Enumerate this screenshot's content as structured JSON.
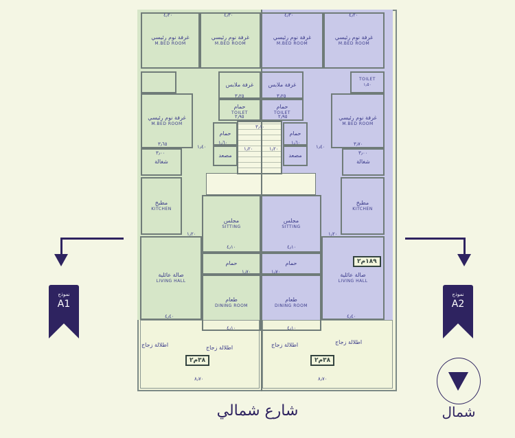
{
  "plan": {
    "units": [
      {
        "model_label": "نموذج",
        "code": "A1",
        "unit_area": "",
        "balcony_area": "٣٨م٢"
      },
      {
        "model_label": "نموذج",
        "code": "A2",
        "unit_area": "١٨٩م٢",
        "balcony_area": "٣٨م٢"
      }
    ],
    "rooms": {
      "master_bed_ar": "غرفة نوم رئيسي",
      "master_bed_en": "M.BED ROOM",
      "dressing_ar": "غرفة ملابس",
      "bath_ar": "حمام",
      "toilet_en": "TOILET",
      "elevator_ar": "مصعد",
      "maid_ar": "شغالة",
      "kitchen_ar": "مطبخ",
      "kitchen_en": "KITCHEN",
      "sitting_ar": "مجلس",
      "sitting_en": "SITTING",
      "living_ar": "صالة عائلية",
      "living_en": "LIVING HALL",
      "dining_ar": "طعام",
      "dining_en": "DINING ROOM",
      "balcony_ar": "اطلالة زجاج"
    },
    "dims": {
      "bed_top_outer": "٤٫٢٠",
      "bed_top_inner": "٤٫٣٠",
      "dressing": "٣٫٢٥",
      "bath": "٢٫٩٥",
      "bed_side_left": "٣٫٦٥",
      "bed_side_right": "٣٫٧٠",
      "corridor": "١٫٤٠",
      "maid": "٣٫٠٠",
      "small_wc": "١٫٦٠",
      "stair": "٣٫١٠",
      "stair_side": "١٫٢٠",
      "kitchen_door": "١٫٢٠",
      "sitting": "٤٫١٠",
      "toilet": "١٫٧٠",
      "living": "٤٫٤٠",
      "dining": "٤٫١٠",
      "balcony_width": "٨٫٧٠",
      "toilet_small": "١٫٥٠"
    }
  },
  "street_label": "شارع شمالي",
  "north_label": "شمال",
  "colors": {
    "unit_a1": "#d6e6c8",
    "unit_a2": "#c9c9e9",
    "accent": "#2e2360",
    "background": "#f4f6e4"
  }
}
